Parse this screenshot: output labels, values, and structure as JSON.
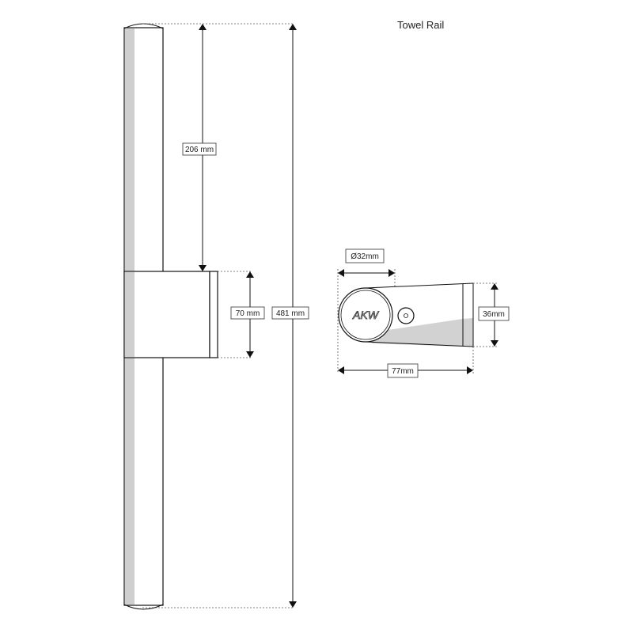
{
  "title": "Towel Rail",
  "side_view": {
    "dim_top_to_bracket": "206 mm",
    "dim_bracket_height": "70 mm",
    "dim_total_length": "481 mm"
  },
  "end_view": {
    "dim_diameter": "Ø32mm",
    "dim_bracket_width": "36mm",
    "dim_depth": "77mm",
    "logo": "AKW"
  }
}
